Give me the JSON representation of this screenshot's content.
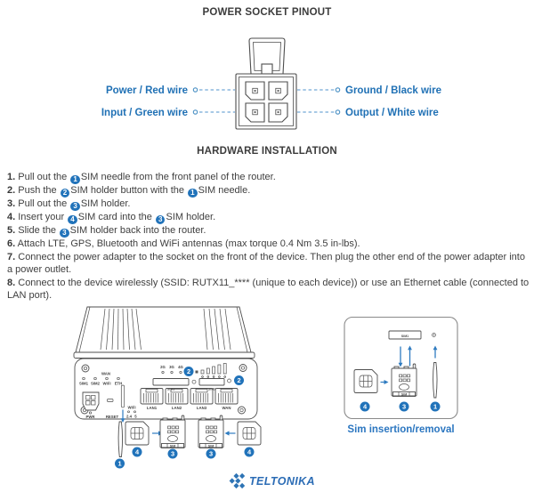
{
  "pinout": {
    "title": "POWER SOCKET PINOUT",
    "labels": {
      "top_left": "Power / Red wire",
      "bottom_left": "Input / Green wire",
      "top_right": "Ground / Black wire",
      "bottom_right": "Output / White wire"
    }
  },
  "installation": {
    "title": "HARDWARE INSTALLATION",
    "steps": [
      {
        "num": "1.",
        "segments": [
          {
            "text": " Pull out the "
          },
          {
            "badge": "1"
          },
          {
            "text": "SIM needle from the front panel of the router."
          }
        ]
      },
      {
        "num": "2.",
        "segments": [
          {
            "text": " Push the "
          },
          {
            "badge": "2"
          },
          {
            "text": "SIM holder button with the "
          },
          {
            "badge": "1"
          },
          {
            "text": "SIM needle."
          }
        ]
      },
      {
        "num": "3.",
        "segments": [
          {
            "text": " Pull out the "
          },
          {
            "badge": "3"
          },
          {
            "text": "SIM holder."
          }
        ]
      },
      {
        "num": "4.",
        "segments": [
          {
            "text": " Insert your "
          },
          {
            "badge": "4"
          },
          {
            "text": "SIM card into the "
          },
          {
            "badge": "3"
          },
          {
            "text": "SIM holder."
          }
        ]
      },
      {
        "num": "5.",
        "segments": [
          {
            "text": " Slide the "
          },
          {
            "badge": "3"
          },
          {
            "text": "SIM holder back into the router."
          }
        ]
      },
      {
        "num": "6.",
        "segments": [
          {
            "text": " Attach LTE, GPS, Bluetooth and WiFi antennas (max torque 0.4 Nm 3.5 in-lbs)."
          }
        ]
      },
      {
        "num": "7.",
        "segments": [
          {
            "text": " Connect the power adapter to the socket on the front of the device. Then plug the other end of the power adapter into a power outlet."
          }
        ]
      },
      {
        "num": "8.",
        "segments": [
          {
            "text": " Connect to the device wirelessly (SSID: RUTX11_**** (unique to each device)) or use an Ethernet cable (connected to LAN port)."
          }
        ]
      }
    ]
  },
  "router": {
    "wan_label": "WAN",
    "status_leds": [
      "SIM1",
      "SIM2",
      "WiFi",
      "ETH"
    ],
    "network_leds": [
      "2G",
      "3G",
      "4G"
    ],
    "sim_slot_labels": [
      "SIM1",
      "SIM2"
    ],
    "port_labels": [
      "LAN1",
      "LAN2",
      "LAN3",
      "WAN"
    ],
    "power_label": "PWR",
    "reset_label": "RESET",
    "wifi_label": "WiFi",
    "wifi_band_24": "2.4",
    "wifi_band_5": "5"
  },
  "sim_holder_label": "SIM",
  "sim_panel": {
    "slot_label": "SIM1",
    "caption": "Sim insertion/removal"
  },
  "badges": {
    "n1": "1",
    "n2": "2",
    "n3": "3",
    "n4": "4"
  },
  "brand": {
    "name": "TELTONIKA"
  },
  "colors": {
    "accent_blue": "#2173ba",
    "label_blue": "#2071b5",
    "caption_blue": "#2b76c0",
    "line_gray": "#4f4f4f",
    "text_gray": "#3f3f3f"
  }
}
